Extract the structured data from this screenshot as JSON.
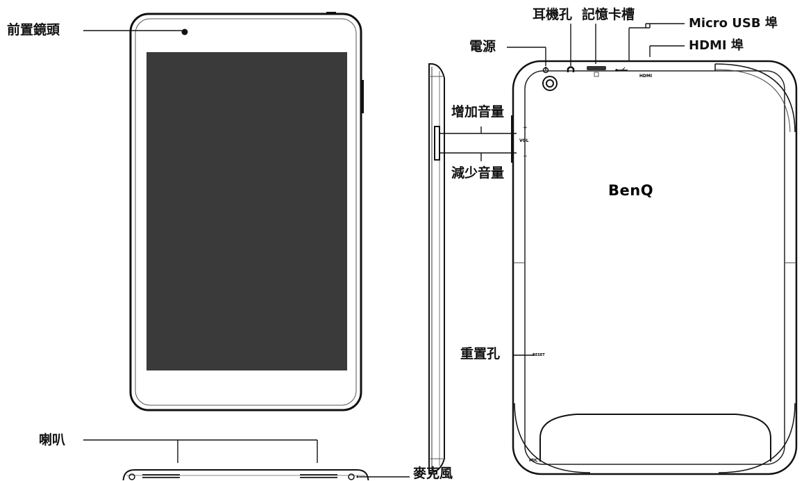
{
  "labels": {
    "front_camera": "前置鏡頭",
    "power": "電源",
    "headphone_jack": "耳機孔",
    "memory_card_slot": "記憶卡槽",
    "micro_usb_port": "Micro USB 埠",
    "hdmi_port": "HDMI 埠",
    "volume_up": "增加音量",
    "volume_down": "減少音量",
    "reset_hole": "重置孔",
    "speaker": "喇叭",
    "microphone": "麥克風"
  },
  "device_markings": {
    "brand_logo": "BenQ",
    "hdmi_mark": "HDMI",
    "vol_mark": "VOL",
    "plus_mark": "+",
    "minus_mark": "−",
    "reset_mark": "RESET",
    "mic_mark": "MIC"
  }
}
